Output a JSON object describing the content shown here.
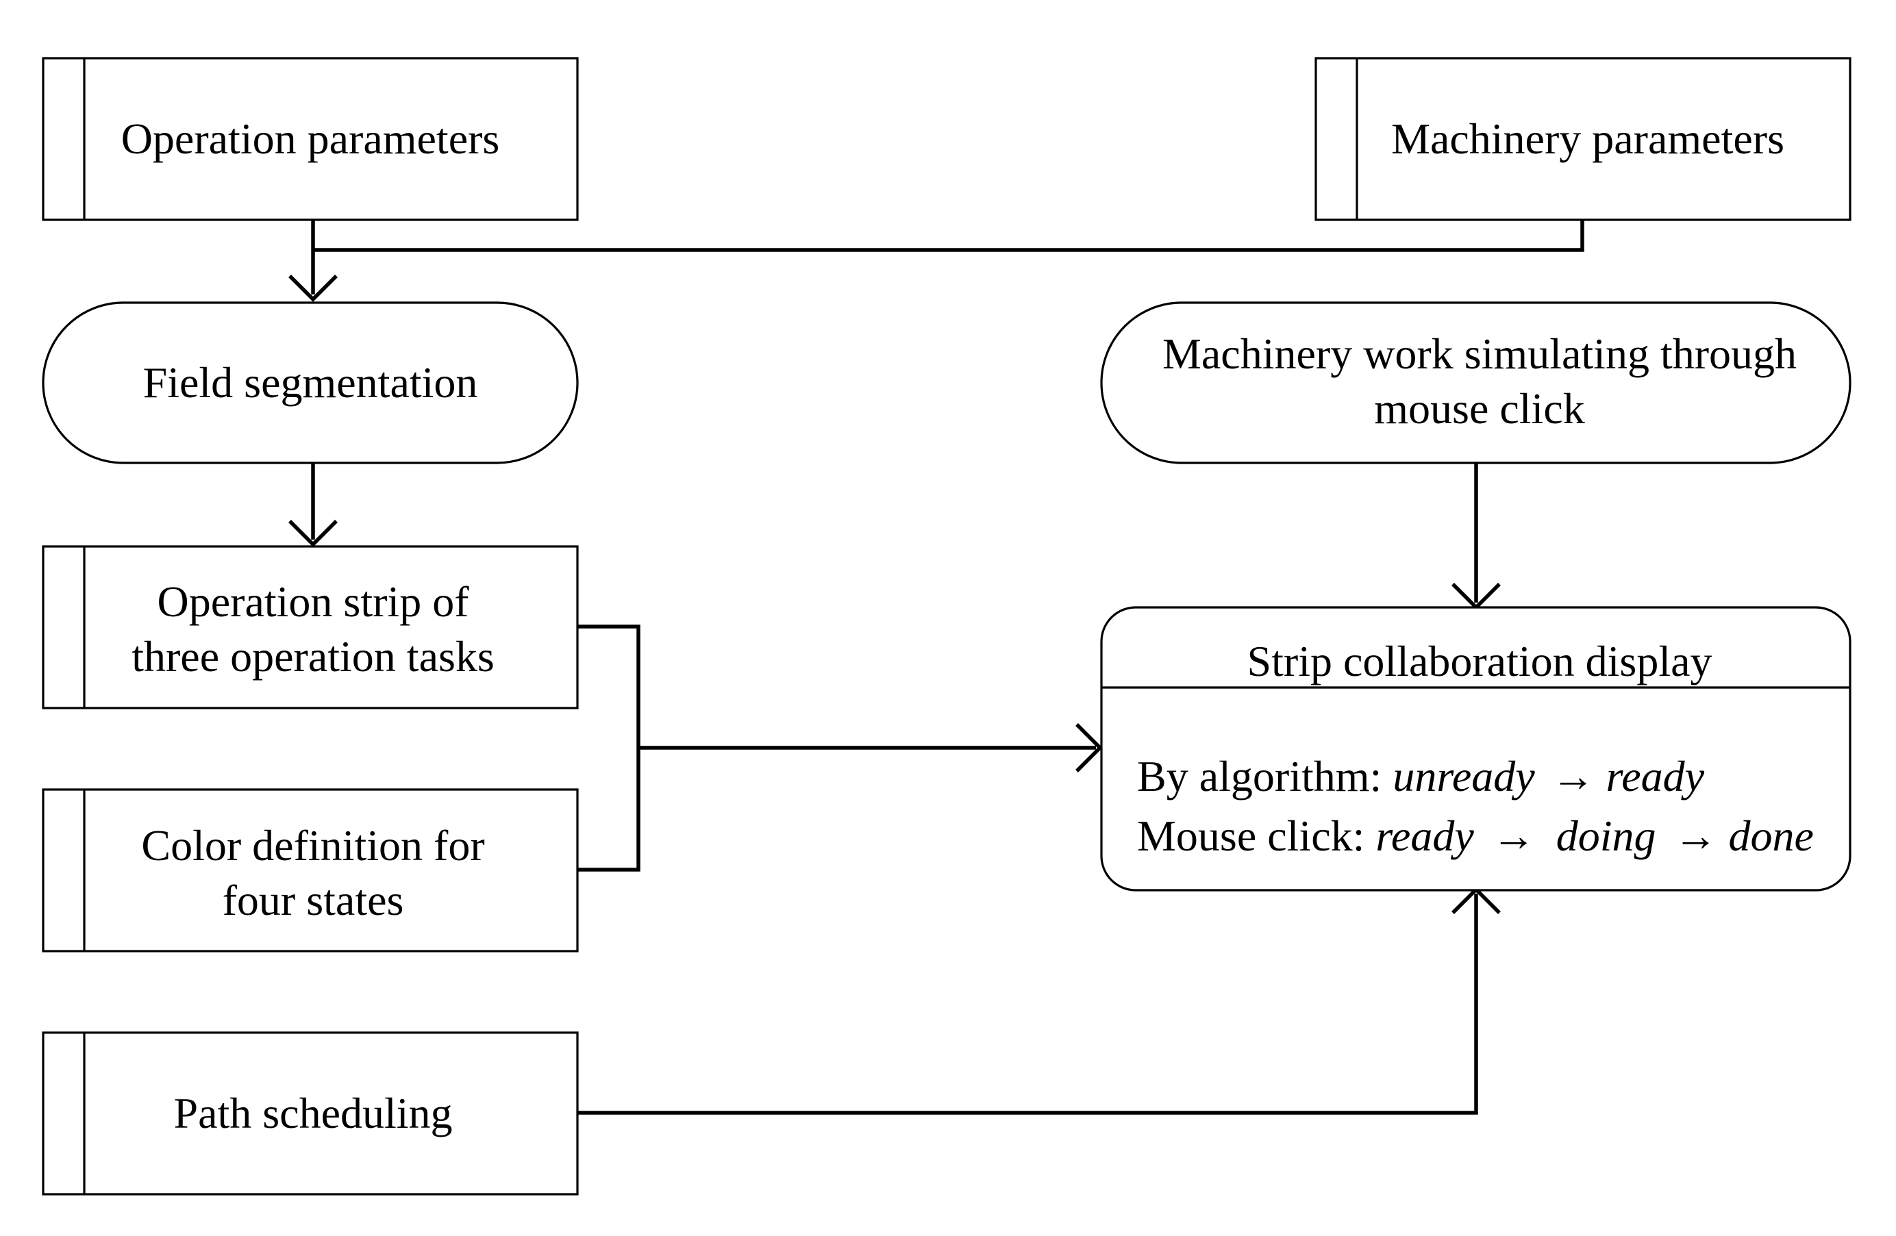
{
  "nodes": {
    "operation_parameters": "Operation parameters",
    "machinery_parameters": "Machinery parameters",
    "field_segmentation": "Field segmentation",
    "machinery_simulation": {
      "line1": "Machinery work simulating through",
      "line2": "mouse click"
    },
    "operation_strip": {
      "line1": "Operation strip of",
      "line2": "three operation tasks"
    },
    "color_definition": {
      "line1": "Color definition for",
      "line2": "four states"
    },
    "path_scheduling": "Path scheduling",
    "strip_display": {
      "title": "Strip collaboration display",
      "algorithm_prefix": "By algorithm: ",
      "algorithm_from": "unready",
      "algorithm_to": "ready",
      "click_prefix": "Mouse click: ",
      "click_s1": "ready",
      "click_s2": "doing",
      "click_s3": "done",
      "arrow": "→"
    }
  }
}
